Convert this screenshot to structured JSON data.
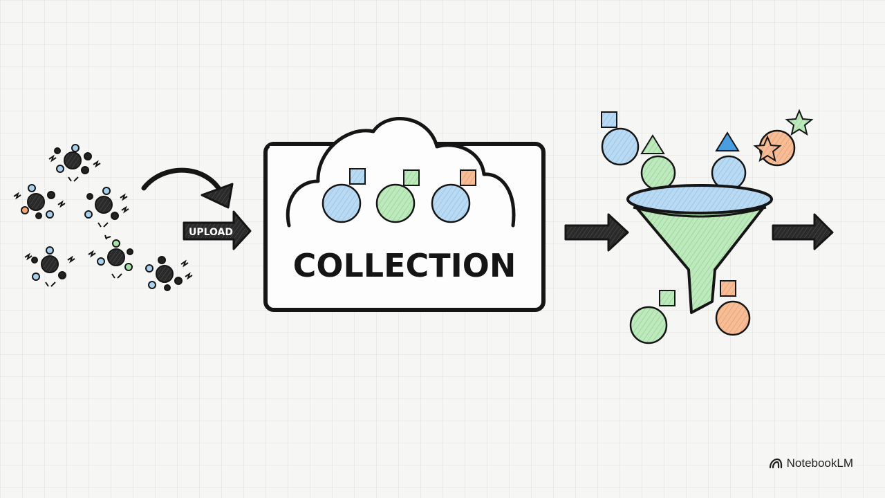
{
  "diagram": {
    "upload_label": "UPLOAD",
    "collection_label": "COLLECTION"
  },
  "branding": {
    "name": "NotebookLM",
    "logo_icon": "notebooklm-logo-icon"
  },
  "colors": {
    "blue": "#a9d1ee",
    "green": "#a7e0a9",
    "orange": "#f1a674",
    "ink": "#151515",
    "background": "#f6f6f5"
  }
}
